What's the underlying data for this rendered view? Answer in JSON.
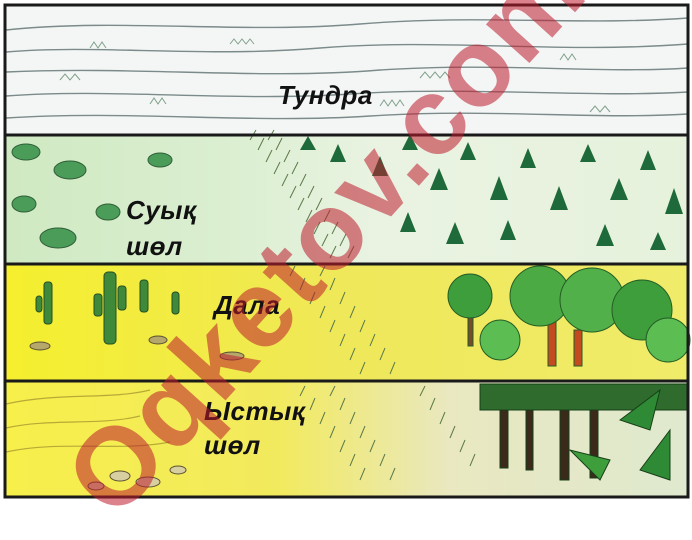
{
  "zones": [
    {
      "id": "tundra",
      "label_lines": [
        "Тундра"
      ]
    },
    {
      "id": "cold-desert",
      "label_lines": [
        "Суық",
        "шөл"
      ]
    },
    {
      "id": "steppe",
      "label_lines": [
        "Дала"
      ]
    },
    {
      "id": "hot-desert",
      "label_lines": [
        "Ыстық",
        "шөл"
      ]
    }
  ],
  "watermark": "Oqketov.com",
  "colors": {
    "frame": "#1a1a1a",
    "tundra_bg": "#f4f6f5",
    "tundra_lines": "#7b8a8a",
    "cold_desert_bg": "#dff0d3",
    "conifer": "#1f6a3a",
    "steppe_bg": "#f3ee3c",
    "hot_desert_bg": "#f6ef5a",
    "grass": "#5c7a4a",
    "forest": "#3f9e3c",
    "trunk": "#c44a1f",
    "watermark": "#be1c2d"
  }
}
